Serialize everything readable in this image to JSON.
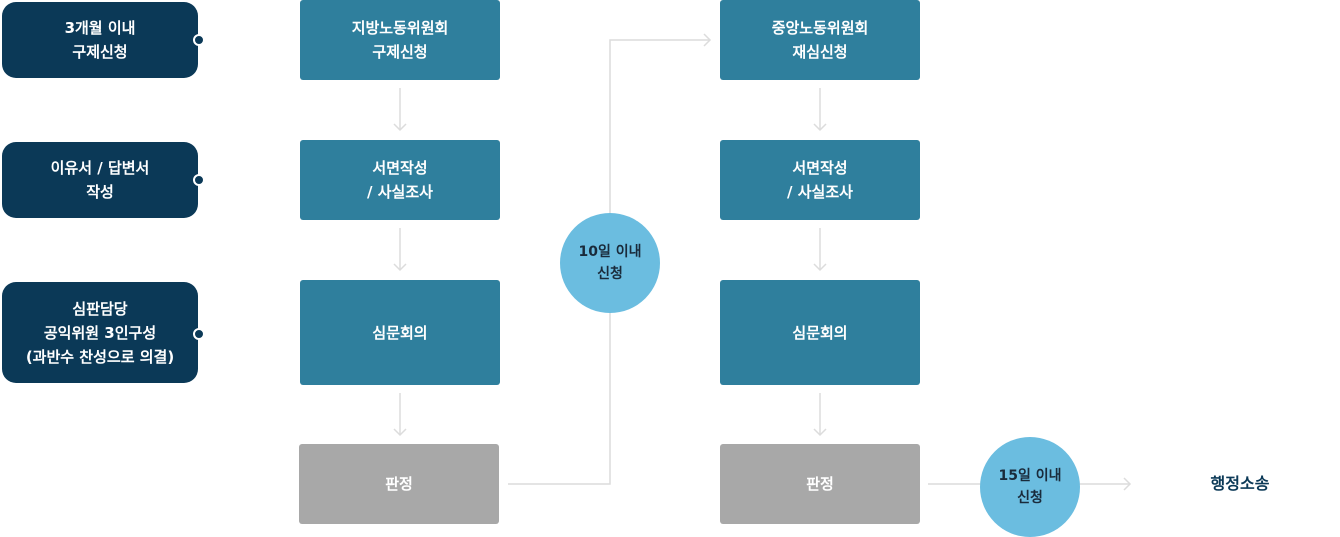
{
  "left_column": [
    {
      "label": "3개월 이내\n구제신청"
    },
    {
      "label": "이유서 / 답변서\n작성"
    },
    {
      "label": "심판담당\n공익위원 3인구성\n(과반수 찬성으로 의결)"
    }
  ],
  "regional": {
    "steps": [
      "지방노동위원회\n구제신청",
      "서면작성\n/ 사실조사",
      "심문회의"
    ],
    "verdict": "판정"
  },
  "central": {
    "steps": [
      "중앙노동위원회\n재심신청",
      "서면작성\n/ 사실조사",
      "심문회의"
    ],
    "verdict": "판정"
  },
  "deadline_1": "10일 이내\n신청",
  "deadline_2": "15일 이내\n신청",
  "final_step": "행정소송",
  "colors": {
    "navy": "#0b3957",
    "step_blue": "#2f7f9d",
    "verdict_gray": "#a8a8a8",
    "circle_blue": "#6bbde0",
    "connector": "#dcdcdc"
  }
}
